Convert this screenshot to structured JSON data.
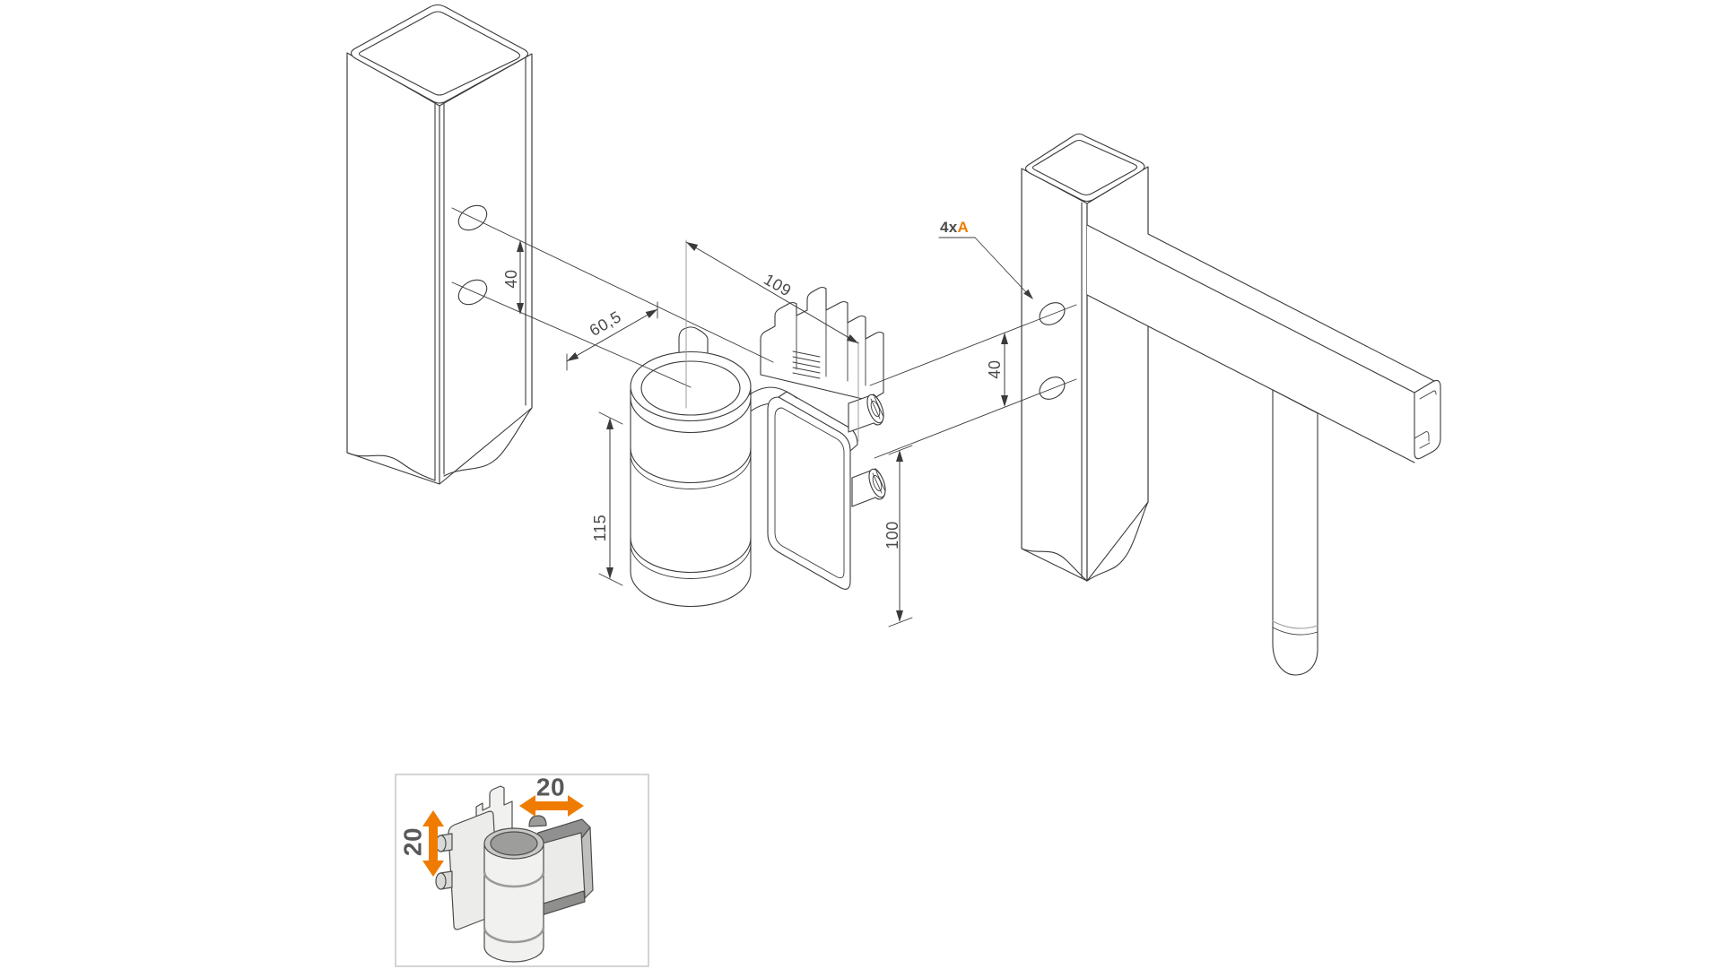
{
  "dims": {
    "left_hole_spacing": "40",
    "mount_offset": "60,5",
    "hinge_width": "109",
    "hinge_height": "115",
    "pin_spacing": "100",
    "right_hole_spacing": "40"
  },
  "callout": {
    "prefix": "4x",
    "ref": "A"
  },
  "inset": {
    "vertical_adjustment": "20",
    "horizontal_adjustment": "20"
  },
  "colors": {
    "accent": "#EF7C00",
    "line": "#3B3B3A",
    "dim_text": "#4A4A49",
    "light_line": "#9D9D9C",
    "inset_border": "#C6C6C6",
    "inset_text": "#58585A"
  }
}
